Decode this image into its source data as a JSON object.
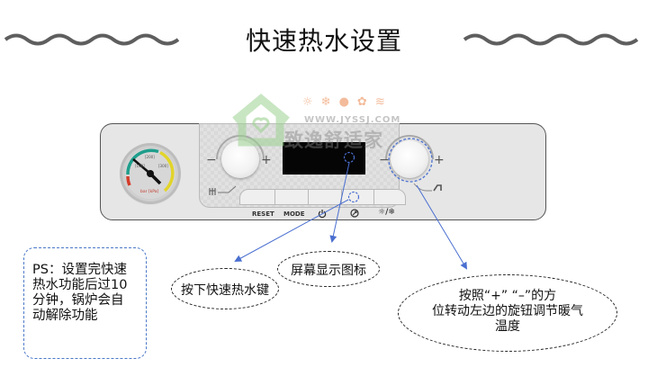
{
  "title": "快速热水设置",
  "decoration": {
    "wave_color": "#5e5e5e"
  },
  "panel": {
    "buttons": [
      {
        "label": "RESET",
        "icon": ""
      },
      {
        "label": "MODE",
        "icon": ""
      },
      {
        "label": "",
        "icon": "power-icon"
      },
      {
        "label": "",
        "icon": "quick-hot-water-icon"
      },
      {
        "label": "",
        "icon": "sun-snowflake-icon"
      }
    ],
    "left_knob": {
      "minus": "−",
      "plus": "+",
      "icon": "radiator-icon"
    },
    "right_knob": {
      "minus": "−",
      "plus": "+",
      "icon": "tap-icon"
    },
    "gauge": {
      "unit_label": "bar [kPa]",
      "tick_labels": [
        "1",
        "[100]",
        "2",
        "[200]",
        "3",
        "[300]",
        "4"
      ],
      "zone_colors": {
        "low": "#d43c2a",
        "normal": "#1f9e8c",
        "high": "#e2d42a"
      }
    },
    "symbols": {
      "power": "⏻",
      "quick_hot": "⊘",
      "mode_sun_snow": "☼/❄"
    }
  },
  "watermark": {
    "url": "WWW.JYSSJ.COM",
    "brand": "致逸舒适家",
    "icons": [
      "sun-icon",
      "snowflake-icon",
      "droplet-icon",
      "fan-icon",
      "wifi-icon"
    ],
    "icon_color": "#f2b08a",
    "logo_color": "#9bd18f"
  },
  "annotations": {
    "note": "PS：设置完快速热水功能后过10分钟，锅炉会自动解除功能",
    "note_lines": [
      "PS：设置完快速",
      "热水功能后过10",
      "分钟，锅炉会自",
      "动解除功能"
    ],
    "press_button": "按下快速热水键",
    "screen_icon": "屏幕显示图标",
    "knob_adjust_lines": [
      "按照“+” “–”的方",
      "位转动左边的旋钮调节暖气",
      "温度"
    ],
    "arrow_color": "#4a6fd0"
  }
}
